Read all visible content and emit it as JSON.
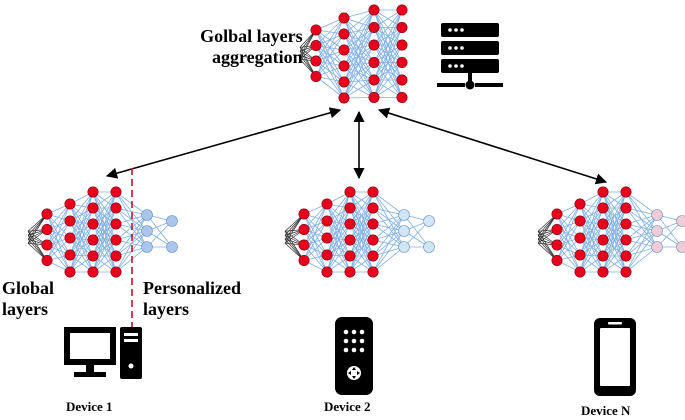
{
  "labels": {
    "aggregation_line1": "Golbal layers",
    "aggregation_line2": "aggregation",
    "global_line1": "Global",
    "global_line2": "layers",
    "personalized_line1": "Personalized",
    "personalized_line2": "layers"
  },
  "devices": [
    {
      "name": "Device 1",
      "icon": "desktop-computer-icon",
      "personal_color": "#a9c7ee"
    },
    {
      "name": "Device 2",
      "icon": "remote-control-icon",
      "personal_color": "#cfe6f7"
    },
    {
      "name": "Device N",
      "icon": "smartphone-icon",
      "personal_color": "#f0ccdb"
    }
  ],
  "server_icon": "server-rack-icon",
  "colors": {
    "node": "#e8001c",
    "edge": "#7fb0e6",
    "dash": "#c8102e",
    "arrow": "#000000"
  }
}
